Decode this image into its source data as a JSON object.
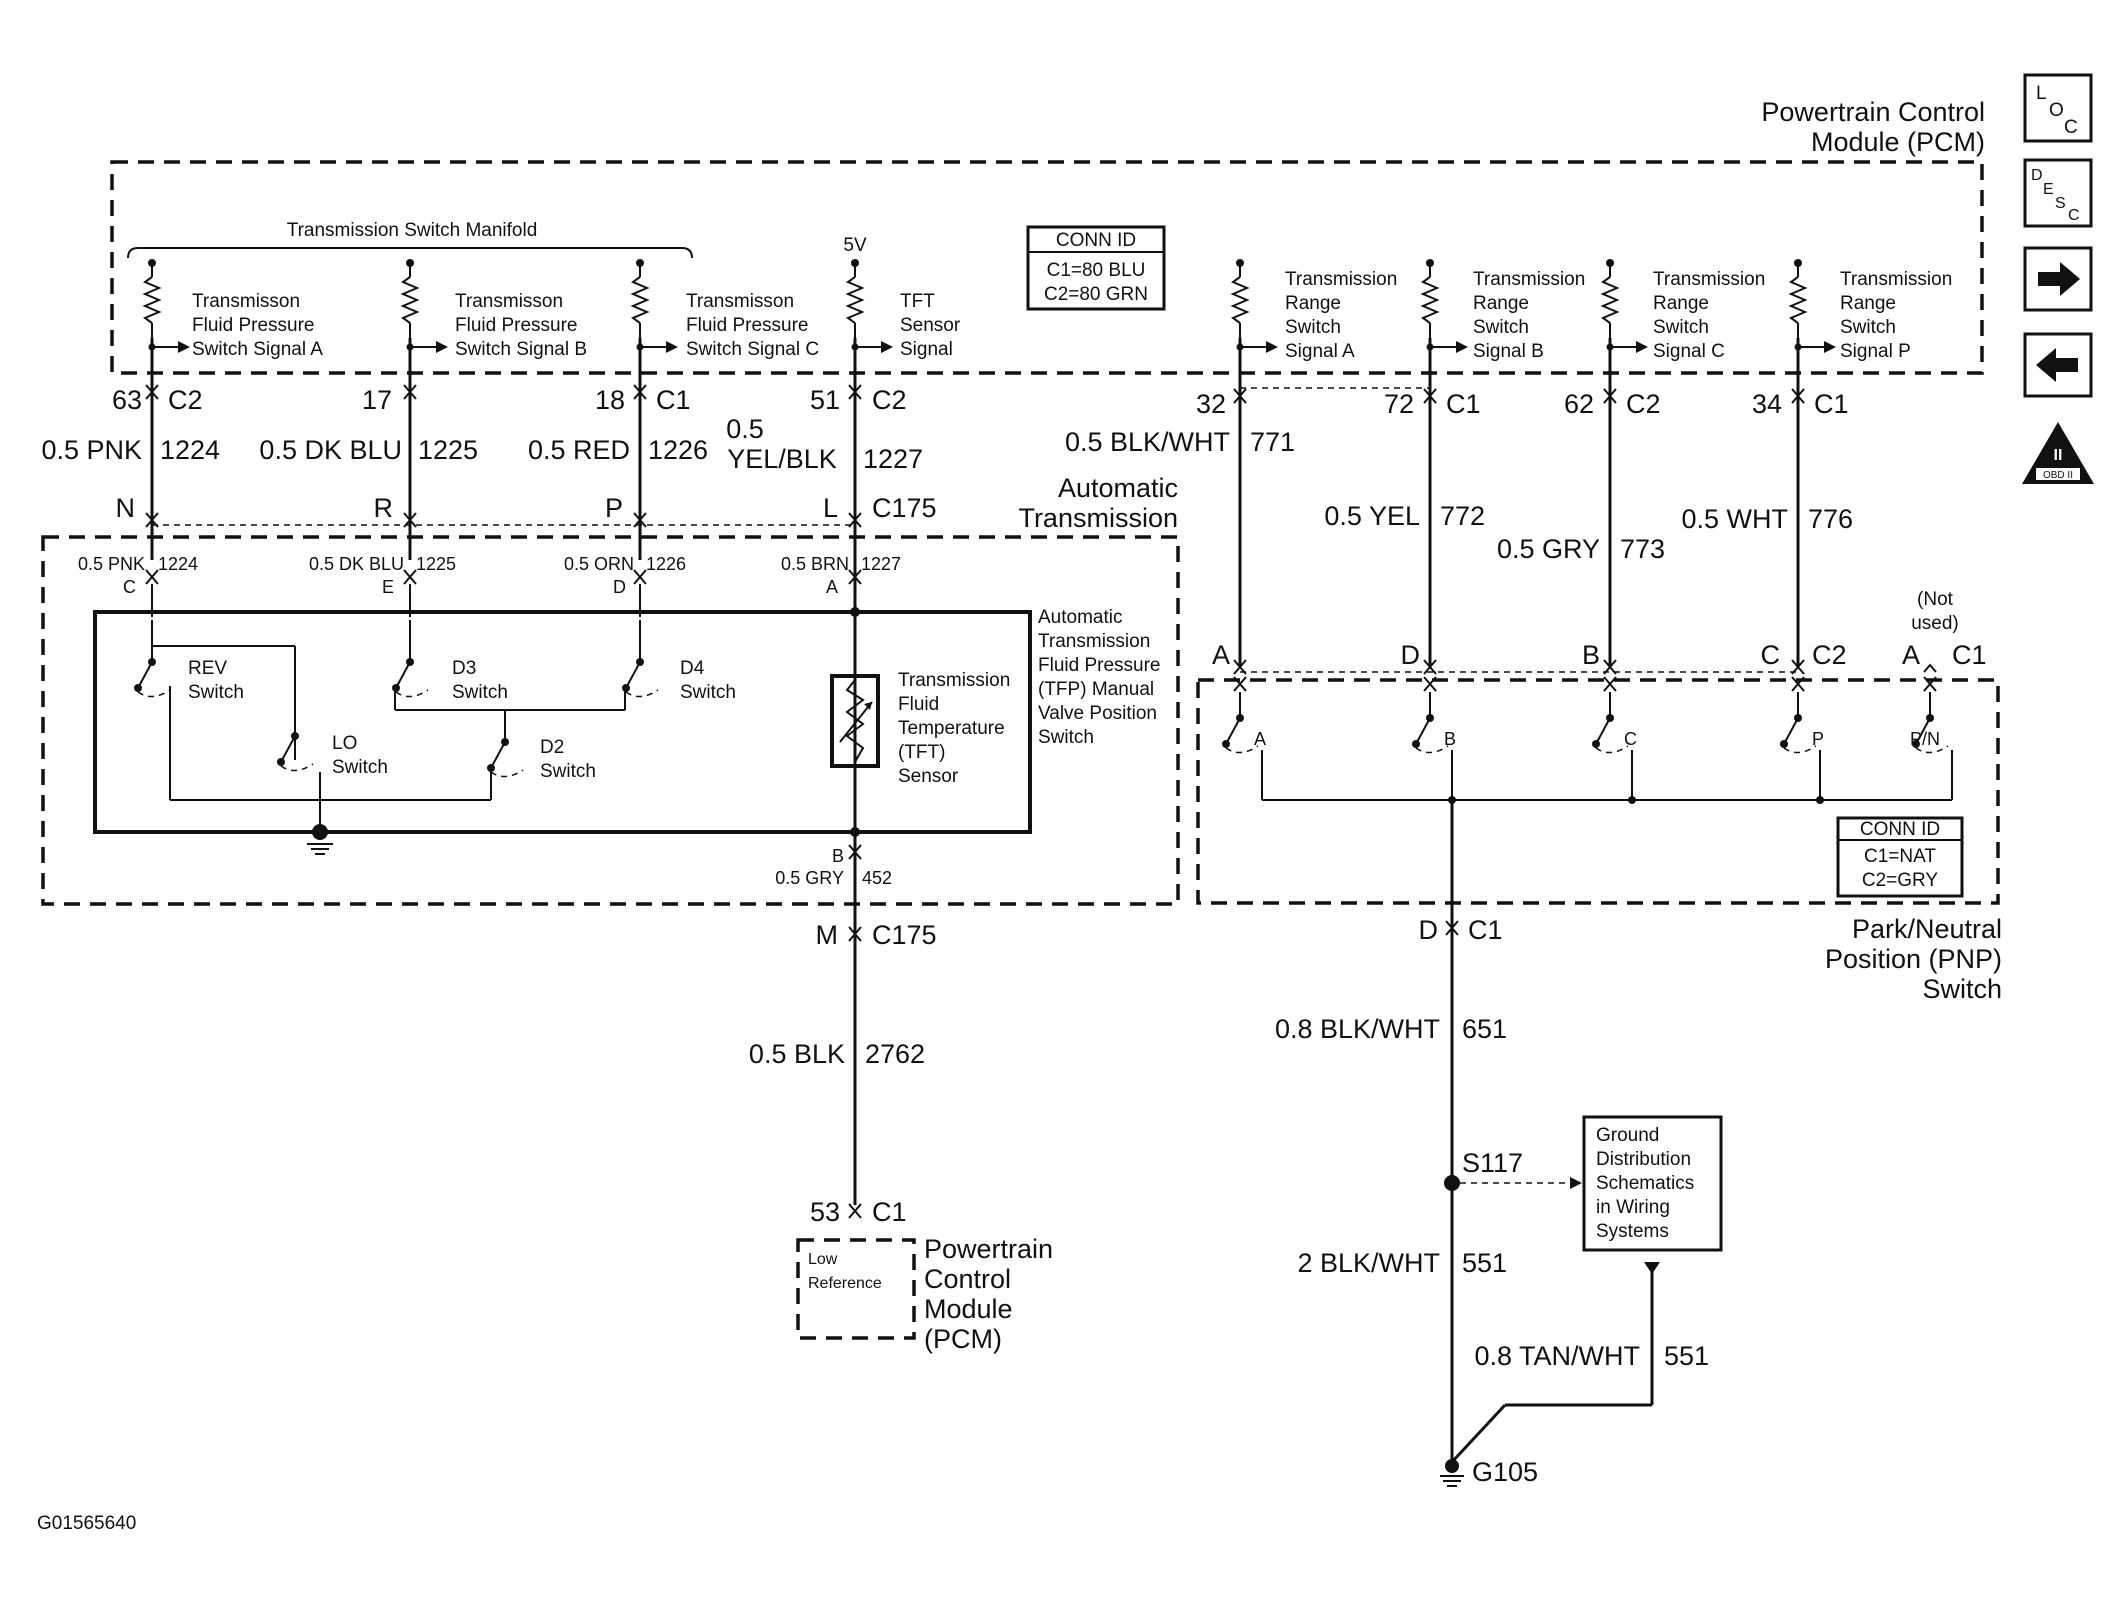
{
  "pcm_top": {
    "title_line1": "Powertrain Control",
    "title_line2": "Module (PCM)"
  },
  "manifold_label": "Transmission Switch Manifold",
  "five_volt": "5V",
  "conn_id_pcm": {
    "header": "CONN ID",
    "line1": "C1=80 BLU",
    "line2": "C2=80 GRN"
  },
  "pcm_inputs": [
    {
      "l1": "Transmisson",
      "l2": "Fluid Pressure",
      "l3": "Switch Signal A"
    },
    {
      "l1": "Transmisson",
      "l2": "Fluid Pressure",
      "l3": "Switch Signal B"
    },
    {
      "l1": "Transmisson",
      "l2": "Fluid Pressure",
      "l3": "Switch Signal C"
    },
    {
      "l1": "TFT",
      "l2": "Sensor",
      "l3": "Signal"
    }
  ],
  "range_inputs": [
    {
      "l1": "Transmission",
      "l2": "Range",
      "l3": "Switch",
      "l4": "Signal A"
    },
    {
      "l1": "Transmission",
      "l2": "Range",
      "l3": "Switch",
      "l4": "Signal B"
    },
    {
      "l1": "Transmission",
      "l2": "Range",
      "l3": "Switch",
      "l4": "Signal C"
    },
    {
      "l1": "Transmission",
      "l2": "Range",
      "l3": "Switch",
      "l4": "Signal P"
    }
  ],
  "left_wires": [
    {
      "pin": "63",
      "conn": "C2",
      "wire": "0.5 PNK",
      "circuit": "1224",
      "c175": "N",
      "inner_wire": "0.5 PNK",
      "inner_circuit": "1224",
      "inner_pin": "C"
    },
    {
      "pin": "17",
      "conn": "",
      "wire": "0.5 DK BLU",
      "circuit": "1225",
      "c175": "R",
      "inner_wire": "0.5 DK BLU",
      "inner_circuit": "1225",
      "inner_pin": "E"
    },
    {
      "pin": "18",
      "conn": "C1",
      "wire": "0.5 RED",
      "circuit": "1226",
      "c175": "P",
      "inner_wire": "0.5 ORN",
      "inner_circuit": "1226",
      "inner_pin": "D"
    },
    {
      "pin": "51",
      "conn": "C2",
      "wire_l1": "0.5",
      "wire_l2": "YEL/BLK",
      "circuit": "1227",
      "c175": "L",
      "c175_label": "C175",
      "inner_wire": "0.5 BRN",
      "inner_circuit": "1227",
      "inner_pin": "A"
    }
  ],
  "auto_trans": {
    "l1": "Automatic",
    "l2": "Transmission"
  },
  "switches": {
    "rev": "REV",
    "lo": "LO",
    "d3": "D3",
    "d2": "D2",
    "d4": "D4",
    "switch": "Switch"
  },
  "tft_sensor": {
    "l1": "Transmission",
    "l2": "Fluid",
    "l3": "Temperature",
    "l4": "(TFT)",
    "l5": "Sensor"
  },
  "tfp_label": {
    "l1": "Automatic",
    "l2": "Transmission",
    "l3": "Fluid Pressure",
    "l4": "(TFP) Manual",
    "l5": "Valve Position",
    "l6": "Switch"
  },
  "tft_ground": {
    "pin": "B",
    "wire": "0.5 GRY",
    "circuit": "452"
  },
  "c175_bottom": {
    "pin": "M",
    "conn": "C175"
  },
  "low_ref_wire": {
    "wire": "0.5 BLK",
    "circuit": "2762"
  },
  "pcm_bottom": {
    "pin": "53",
    "conn": "C1",
    "low1": "Low",
    "low2": "Reference",
    "l1": "Powertrain",
    "l2": "Control",
    "l3": "Module",
    "l4": "(PCM)"
  },
  "right_wires": [
    {
      "pin": "32",
      "conn": "",
      "wire": "0.5 BLK/WHT",
      "circuit": "771",
      "pnp_pin": "A",
      "pnp_conn": "",
      "sw": "A"
    },
    {
      "pin": "72",
      "conn": "C1",
      "wire": "0.5 YEL",
      "circuit": "772",
      "pnp_pin": "D",
      "pnp_conn": "",
      "sw": "B"
    },
    {
      "pin": "62",
      "conn": "C2",
      "wire": "0.5 GRY",
      "circuit": "773",
      "pnp_pin": "B",
      "pnp_conn": "",
      "sw": "C"
    },
    {
      "pin": "34",
      "conn": "C1",
      "wire": "0.5 WHT",
      "circuit": "776",
      "pnp_pin": "C",
      "pnp_conn": "C2",
      "sw": "P"
    }
  ],
  "not_used": {
    "l1": "(Not",
    "l2": "used)",
    "pin": "A",
    "conn": "C1",
    "sw": "P/N"
  },
  "conn_id_pnp": {
    "header": "CONN ID",
    "line1": "C1=NAT",
    "line2": "C2=GRY"
  },
  "pnp_ground": {
    "pin": "D",
    "conn": "C1"
  },
  "pnp_label": {
    "l1": "Park/Neutral",
    "l2": "Position (PNP)",
    "l3": "Switch"
  },
  "ground_wire1": {
    "wire": "0.8 BLK/WHT",
    "circuit": "651"
  },
  "splice": "S117",
  "ground_wire2": {
    "wire": "2 BLK/WHT",
    "circuit": "551"
  },
  "ground_wire3": {
    "wire": "0.8 TAN/WHT",
    "circuit": "551"
  },
  "ground_dist": {
    "l1": "Ground",
    "l2": "Distribution",
    "l3": "Schematics",
    "l4": "in Wiring",
    "l5": "Systems"
  },
  "ground_point": "G105",
  "figure_id": "G01565640",
  "nav": {
    "loc_l": "L",
    "loc_o": "O",
    "loc_c": "C",
    "desc_d": "D",
    "desc_e": "E",
    "desc_s": "S",
    "desc_c": "C",
    "obd_top": "II",
    "obd_label": "OBD II"
  }
}
